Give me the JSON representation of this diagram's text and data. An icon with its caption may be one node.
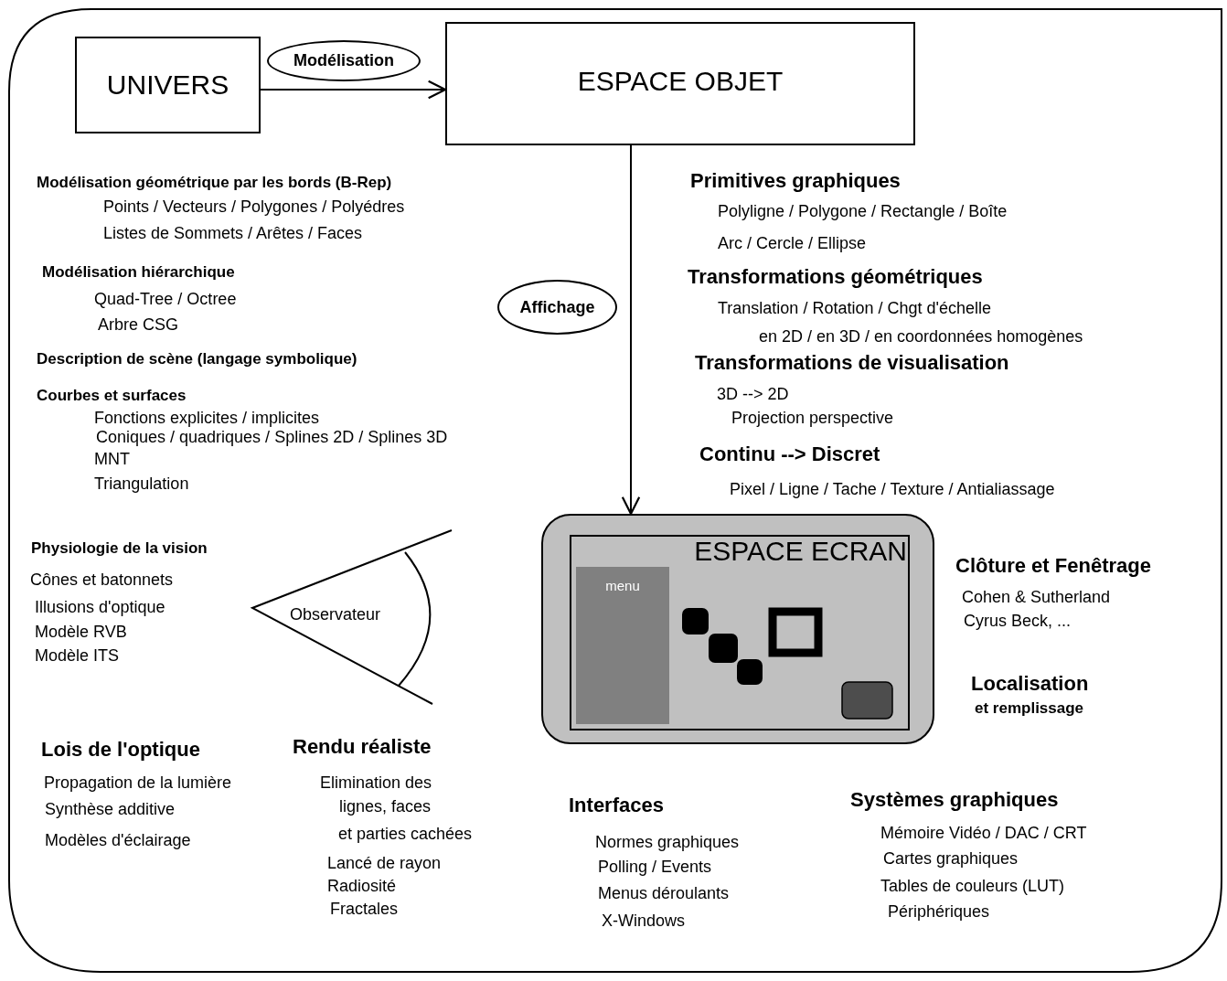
{
  "diagram": {
    "nodes": [
      {
        "text": [
          "UNIVERS"
        ]
      },
      {
        "text": [
          "ESPACE OBJET"
        ]
      },
      {
        "text": [
          "ESPACE ECRAN"
        ]
      },
      {
        "text": [
          "menu"
        ],
        "in": 2
      },
      {
        "text": [
          "Observateur"
        ]
      }
    ],
    "edges": [
      {
        "from": 0,
        "to": 1,
        "arrow": "to",
        "label": "Modélisation"
      },
      {
        "from": 1,
        "to": 2,
        "arrow": "to",
        "label": "Affichage"
      }
    ],
    "labels": [
      "Modélisation géométrique par les bords (B-Rep)",
      "Points / Vecteurs / Polygones / Polyédres",
      "Listes de Sommets / Arêtes / Faces",
      "Modélisation hiérarchique",
      "Quad-Tree / Octree",
      "Arbre CSG",
      "Description de scène (langage symbolique)",
      "Courbes et surfaces",
      "Fonctions explicites / implicites",
      "Coniques / quadriques / Splines 2D / Splines 3D",
      "MNT",
      "Triangulation",
      "Primitives graphiques",
      "Polyligne / Polygone / Rectangle / Boîte",
      "Arc / Cercle / Ellipse",
      "Transformations géométriques",
      "Translation / Rotation / Chgt d'échelle",
      "en 2D / en 3D / en coordonnées homogènes",
      "Transformations de visualisation",
      "3D --> 2D",
      "Projection perspective",
      "Continu --> Discret",
      "Pixel / Ligne / Tache / Texture / Antialiassage",
      "Physiologie de la vision",
      "Cônes et batonnets",
      "Illusions d'optique",
      "Modèle RVB",
      "Modèle ITS",
      "Clôture et Fenêtrage",
      "Cohen & Sutherland",
      "Cyrus Beck, ...",
      "Localisation",
      "et remplissage",
      "Lois de l'optique",
      "Rendu réaliste",
      "Propagation de la lumière",
      "Elimination des",
      "Synthèse additive",
      "lignes, faces",
      "Modèles d'éclairage",
      "et parties cachées",
      "Lancé de rayon",
      "Radiosité",
      "Fractales",
      "Interfaces",
      "Systèmes graphiques",
      "Normes graphiques",
      "Mémoire Vidéo / DAC / CRT",
      "Polling / Events",
      "Cartes graphiques",
      "Menus déroulants",
      "Tables de couleurs (LUT)",
      "X-Windows",
      "Périphériques"
    ]
  }
}
